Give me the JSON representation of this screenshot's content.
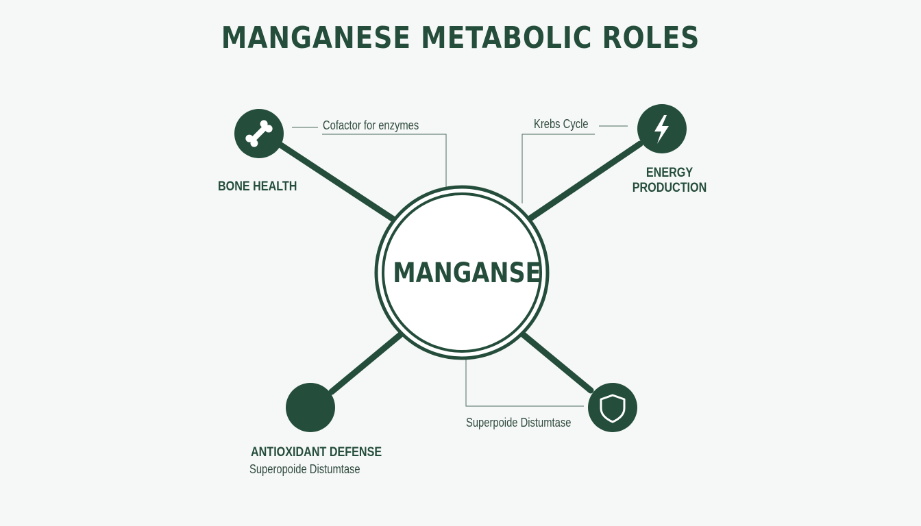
{
  "title": "MANGANESE METABOLIC ROLES",
  "center": "MANGANSE",
  "colors": {
    "primary": "#244d3b",
    "background": "#f6f8f7"
  },
  "nodes": {
    "bone": {
      "icon": "bone-icon",
      "label": "BONE HEALTH",
      "annotation": "Cofactor for enzymes"
    },
    "energy": {
      "icon": "lightning-bolt-icon",
      "label_line1": "ENERGY",
      "label_line2": "PRODUCTION",
      "annotation": "Krebs Cycle"
    },
    "antioxidant": {
      "icon": "",
      "label": "ANTIOXIDANT DEFENSE",
      "sublabel": "Superopoide Distumtase"
    },
    "shield": {
      "icon": "shield-icon",
      "annotation": "Superpoide Distumtase"
    }
  }
}
